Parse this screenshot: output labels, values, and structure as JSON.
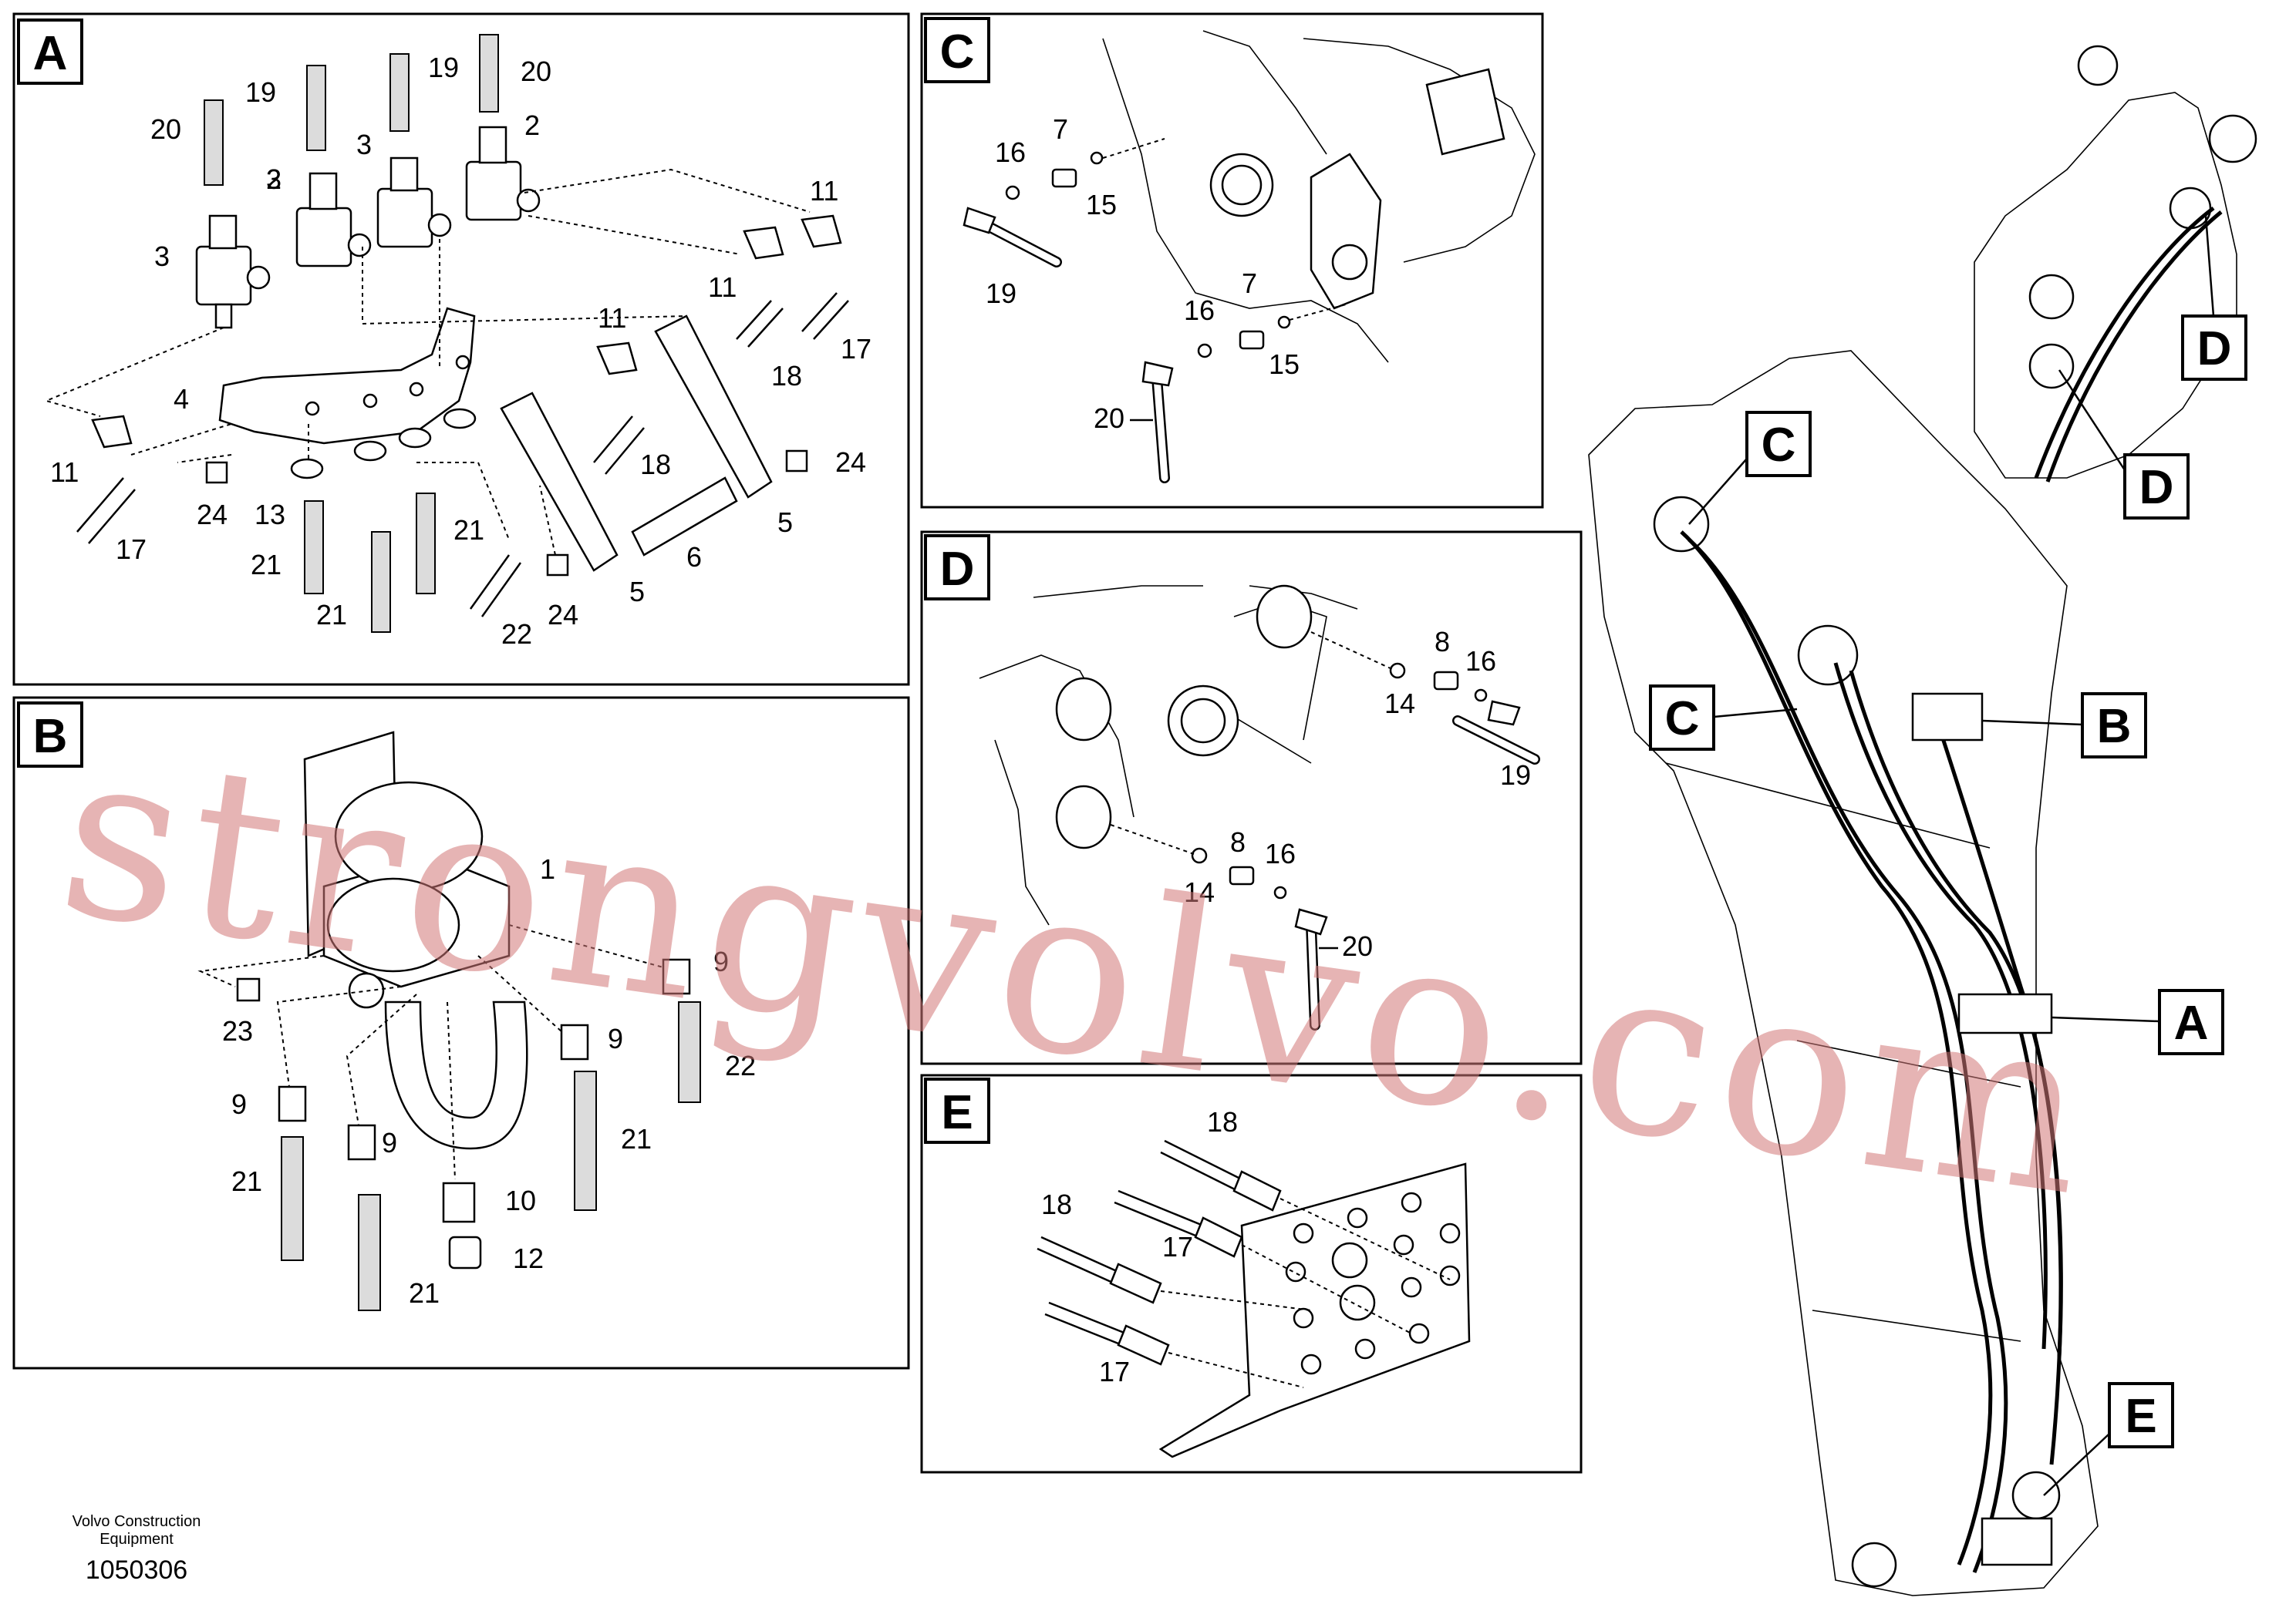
{
  "panels": {
    "A": {
      "tag": "A",
      "labels": [
        "20",
        "19",
        "19",
        "20",
        "3",
        "2",
        "3",
        "2",
        "3",
        "11",
        "11",
        "17",
        "18",
        "11",
        "4",
        "11",
        "17",
        "24",
        "13",
        "21",
        "21",
        "21",
        "22",
        "24",
        "18",
        "6",
        "5",
        "5",
        "24"
      ]
    },
    "B": {
      "tag": "B",
      "labels": [
        "1",
        "9",
        "9",
        "23",
        "9",
        "9",
        "21",
        "10",
        "21",
        "22",
        "21",
        "12"
      ]
    },
    "C": {
      "tag": "C",
      "labels": [
        "16",
        "7",
        "15",
        "19",
        "7",
        "16",
        "15",
        "20"
      ]
    },
    "D": {
      "tag": "D",
      "labels": [
        "8",
        "16",
        "14",
        "19",
        "8",
        "16",
        "14",
        "20"
      ]
    },
    "E": {
      "tag": "E",
      "labels": [
        "18",
        "18",
        "17",
        "17"
      ]
    }
  },
  "callouts": [
    "C",
    "C",
    "B",
    "A",
    "D",
    "D",
    "E"
  ],
  "watermark": "strongvolvo.com",
  "footer": {
    "company_line1": "Volvo Construction",
    "company_line2": "Equipment",
    "drawing_number": "1050306"
  }
}
